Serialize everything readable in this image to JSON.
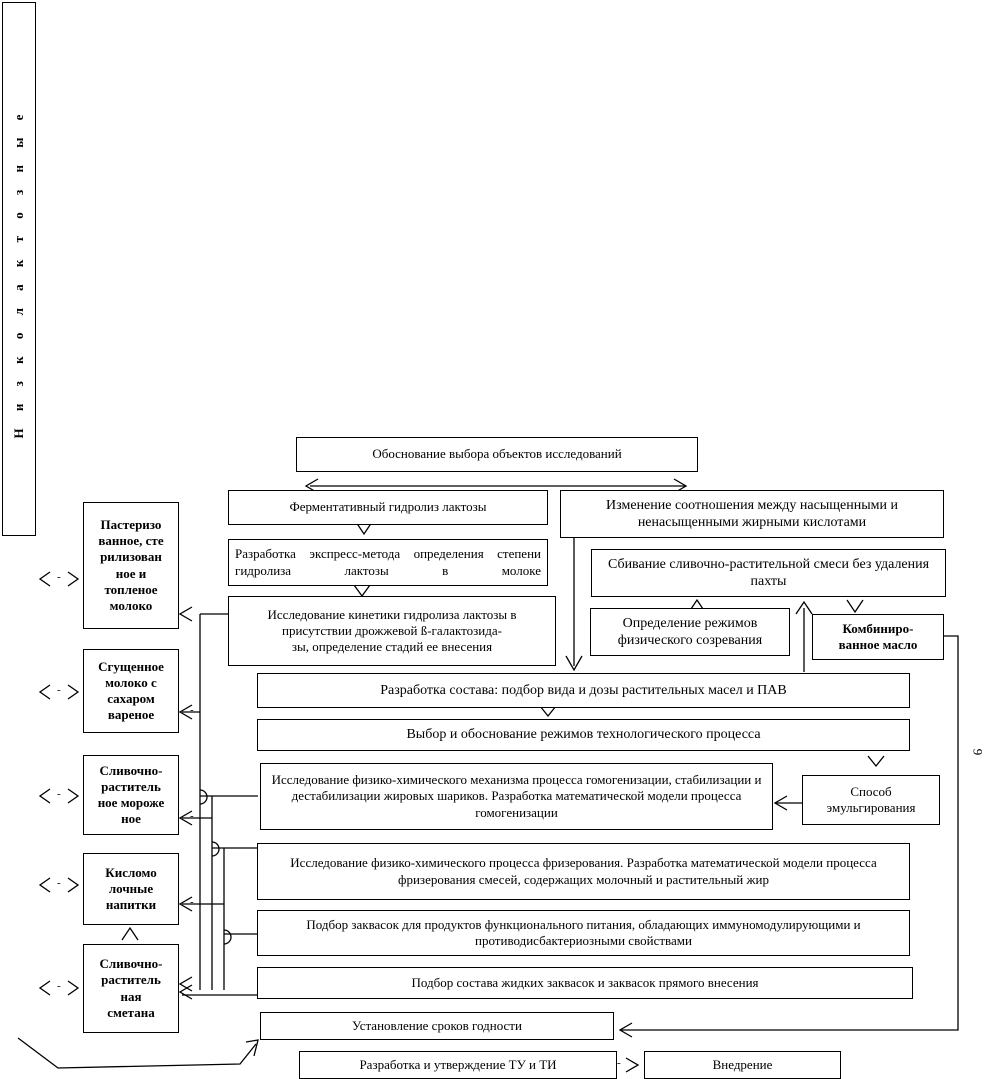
{
  "side_title": "Н и з к о л а к т о з н ы е",
  "page_number": "9",
  "top": "Обоснование выбора объектов исследований",
  "left_branch": {
    "hydrolysis": "Ферментативный гидролиз лактозы",
    "express": "Разработка экспресс-метода определения степени гидролиза лактозы в молоке",
    "kinetics": "Исследование кинетики гидролиза лактозы в присутствии дрожжевой ß-галактозида-\nзы, определение стадий ее внесения"
  },
  "right_branch": {
    "ratio": "Изменение соотношения между насыщенными и ненасыщенными жирными кислотами",
    "churning": "Сбивание сливочно-растительной смеси без удаления пахты",
    "ripening": "Определение режимов физического созревания",
    "combined_butter": "Комбиниро-\nванное масло",
    "emulsification": "Способ эмульгирования"
  },
  "center": {
    "composition": "Разработка состава: подбор вида и дозы растительных масел и ПАВ",
    "modes": "Выбор и обоснование режимов технологического процесса",
    "homogenization": "Исследование физико-химического механизма процесса гомогенизации, стабилизации и дестабилизации жировых шариков. Разработка математической модели процесса гомогенизации",
    "freezing": "Исследование физико-химического процесса фризерования. Разработка математической модели процесса фризерования смесей, содержащих молочный и растительный жир",
    "starters": "Подбор заквасок для продуктов функционального питания, обладающих иммуномодулирующими и противодисбактериозными свойствами",
    "liquid_starters": "Подбор состава жидких заквасок и заквасок прямого внесения",
    "shelf_life": "Установление сроков годности",
    "tu_ti": "Разработка и утверждение ТУ и ТИ",
    "implementation": "Внедрение"
  },
  "products": [
    "Пастеризо\nванное, сте\nрилизован\nное и\nтопленое\nмолоко",
    "Сгущенное\nмолоко с\nсахаром\nвареное",
    "Сливочно-\nраститель\nное мороже\nное",
    "Кисломо\nлочные\nнапитки",
    "Сливочно-\nраститель\nная\nсметана"
  ],
  "dash": "-"
}
